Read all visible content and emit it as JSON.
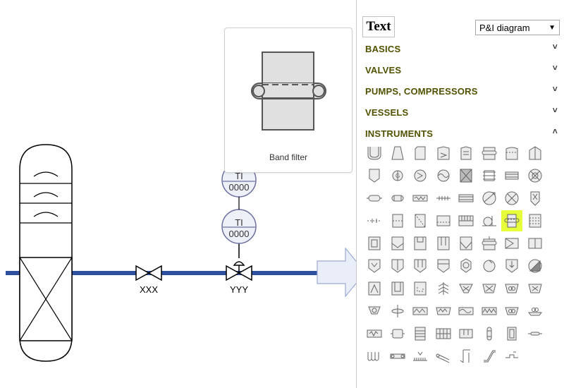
{
  "canvas": {
    "valve_labels": [
      "XXX",
      "YYY"
    ],
    "instrument_upper": {
      "tag": "TI",
      "number": "0000"
    },
    "instrument_lower": {
      "tag": "TI",
      "number": "0000"
    },
    "pipe_color": "#2f4f9f"
  },
  "preview": {
    "label": "Band filter"
  },
  "sidebar": {
    "text_style_label": "Text",
    "diagram_type": "P&I diagram",
    "sections": [
      {
        "label": "BASICS",
        "chevron": "˅"
      },
      {
        "label": "VALVES",
        "chevron": "˅"
      },
      {
        "label": "PUMPS, COMPRESSORS",
        "chevron": "˅"
      },
      {
        "label": "VESSELS",
        "chevron": "˅"
      },
      {
        "label": "INSTRUMENTS",
        "chevron": "˄"
      }
    ],
    "selected_shape_color": "#e6ff3a"
  }
}
